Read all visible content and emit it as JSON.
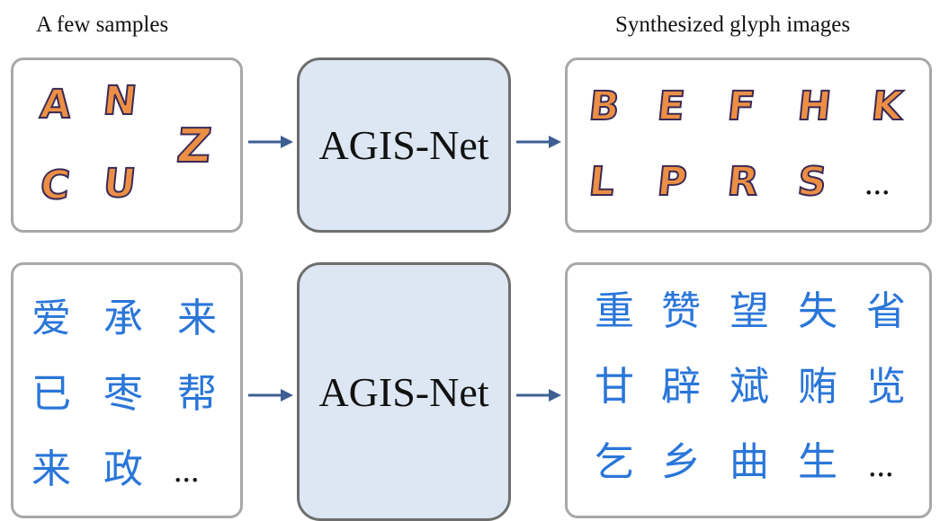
{
  "headers": {
    "left": "A few samples",
    "right": "Synthesized glyph images"
  },
  "network": {
    "top_label": "AGIS-Net",
    "bottom_label": "AGIS-Net"
  },
  "colors": {
    "latin_fill": "#ec8f45",
    "latin_outline": "#3b2a55",
    "cjk_ink": "#2a76d9",
    "network_fill": "#dde7f3",
    "arrow": "#3e5f93",
    "panel_border": "#a8a8a8"
  },
  "latin_samples": [
    "A",
    "N",
    "Z",
    "C",
    "U"
  ],
  "latin_synthesized": [
    "B",
    "E",
    "F",
    "H",
    "K",
    "L",
    "P",
    "R",
    "S"
  ],
  "latin_ellipsis": "...",
  "cjk_samples": [
    "爱",
    "承",
    "来",
    "已",
    "枣",
    "帮",
    "来",
    "政"
  ],
  "cjk_samples_ellipsis": "...",
  "cjk_synthesized": [
    "重",
    "赞",
    "望",
    "失",
    "省",
    "甘",
    "辟",
    "斌",
    "贿",
    "览",
    "乞",
    "乡",
    "曲",
    "生"
  ],
  "cjk_synthesized_ellipsis": "..."
}
